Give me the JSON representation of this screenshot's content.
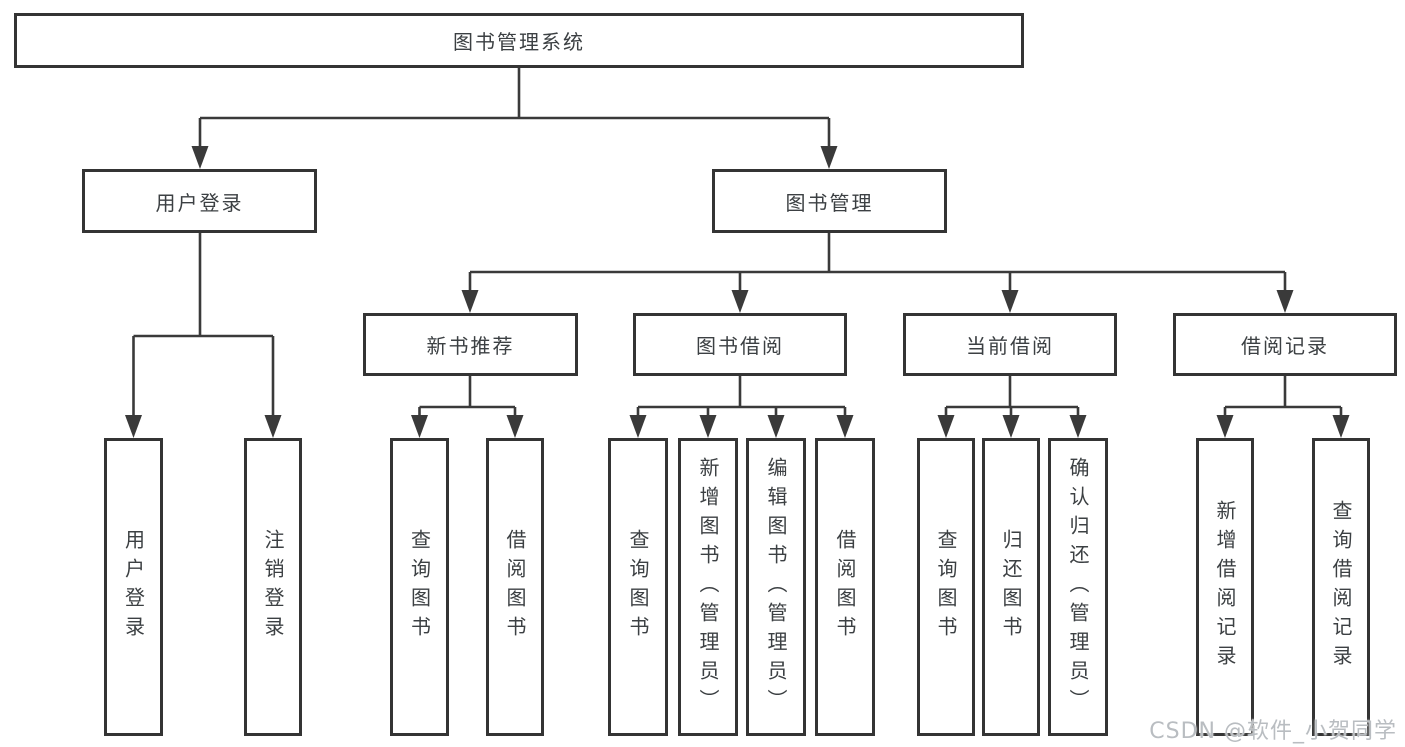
{
  "colors": {
    "background": "#ffffff",
    "line": "#3a3a3a",
    "border": "#343434",
    "text": "#3c4043",
    "watermark_text": "#b9bdc1"
  },
  "tree": {
    "root": {
      "label": "图书管理系统"
    },
    "branches": [
      {
        "label": "用户登录",
        "children": [
          {
            "label": "用户登录"
          },
          {
            "label": "注销登录"
          }
        ]
      },
      {
        "label": "图书管理",
        "groups": [
          {
            "label": "新书推荐",
            "children": [
              {
                "label": "查询图书"
              },
              {
                "label": "借阅图书"
              }
            ]
          },
          {
            "label": "图书借阅",
            "children": [
              {
                "label": "查询图书"
              },
              {
                "label": "新增图书（管理员）"
              },
              {
                "label": "编辑图书（管理员）"
              },
              {
                "label": "借阅图书"
              }
            ]
          },
          {
            "label": "当前借阅",
            "children": [
              {
                "label": "查询图书"
              },
              {
                "label": "归还图书"
              },
              {
                "label": "确认归还（管理员）"
              }
            ]
          },
          {
            "label": "借阅记录",
            "children": [
              {
                "label": "新增借阅记录"
              },
              {
                "label": "查询借阅记录"
              }
            ]
          }
        ]
      }
    ]
  },
  "watermark": {
    "text": "CSDN @软件_小贺同学"
  }
}
